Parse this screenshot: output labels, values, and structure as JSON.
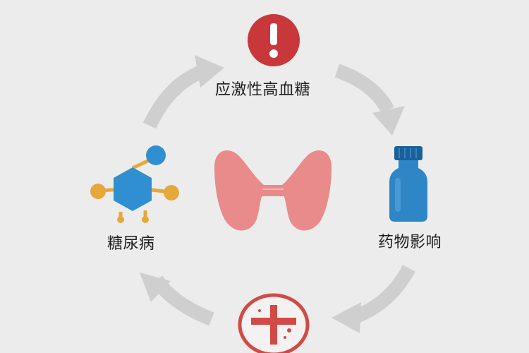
{
  "nodes": {
    "top": {
      "label": "应激性高血糖",
      "icon": "warning-icon"
    },
    "right": {
      "label": "药物影响",
      "icon": "medicine-bottle-icon"
    },
    "bottom": {
      "icon": "medical-cross-emblem-icon"
    },
    "left": {
      "label": "糖尿病",
      "icon": "glucose-molecule-icon"
    },
    "center": {
      "icon": "thyroid-icon"
    }
  },
  "colors": {
    "background": "#ececec",
    "arrow": "#cfcfcf",
    "warning_red": "#c8383a",
    "bottle_blue": "#2f86c7",
    "bottle_cap": "#1d5f98",
    "molecule_blue": "#2f8fd0",
    "molecule_orange": "#e6a83a",
    "thyroid_pink": "#e98b8a",
    "cross_red": "#d24a45"
  }
}
